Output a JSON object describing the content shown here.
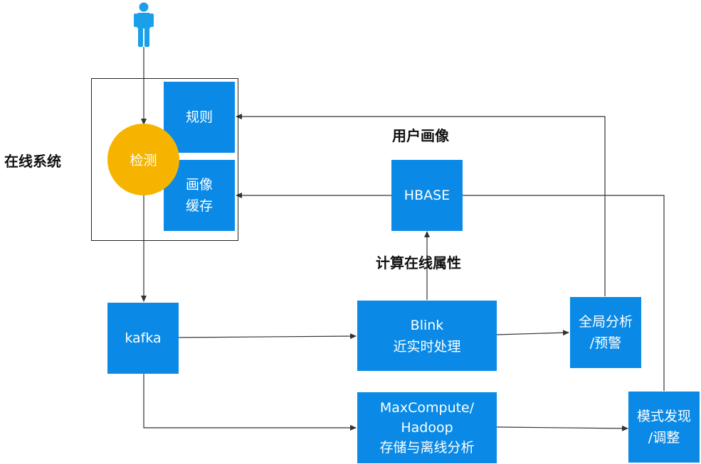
{
  "colors": {
    "node": "#0a8ae6",
    "detect": "#f6b400",
    "user_icon": "#1aa0e8",
    "line": "#333333"
  },
  "labels": {
    "online_system": "在线系统",
    "user_profile": "用户画像",
    "compute_online_attrs": "计算在线属性"
  },
  "nodes": {
    "rules": [
      "规则"
    ],
    "profile_cache": [
      "画像",
      "缓存"
    ],
    "detect": "检测",
    "hbase": [
      "HBASE"
    ],
    "kafka": [
      "kafka"
    ],
    "blink": [
      "Blink",
      "近实时处理"
    ],
    "global_analysis": [
      "全局分析",
      "/预警"
    ],
    "maxcompute": [
      "MaxCompute/",
      "Hadoop",
      "存储与离线分析"
    ],
    "pattern": [
      "模式发现",
      "/调整"
    ]
  }
}
